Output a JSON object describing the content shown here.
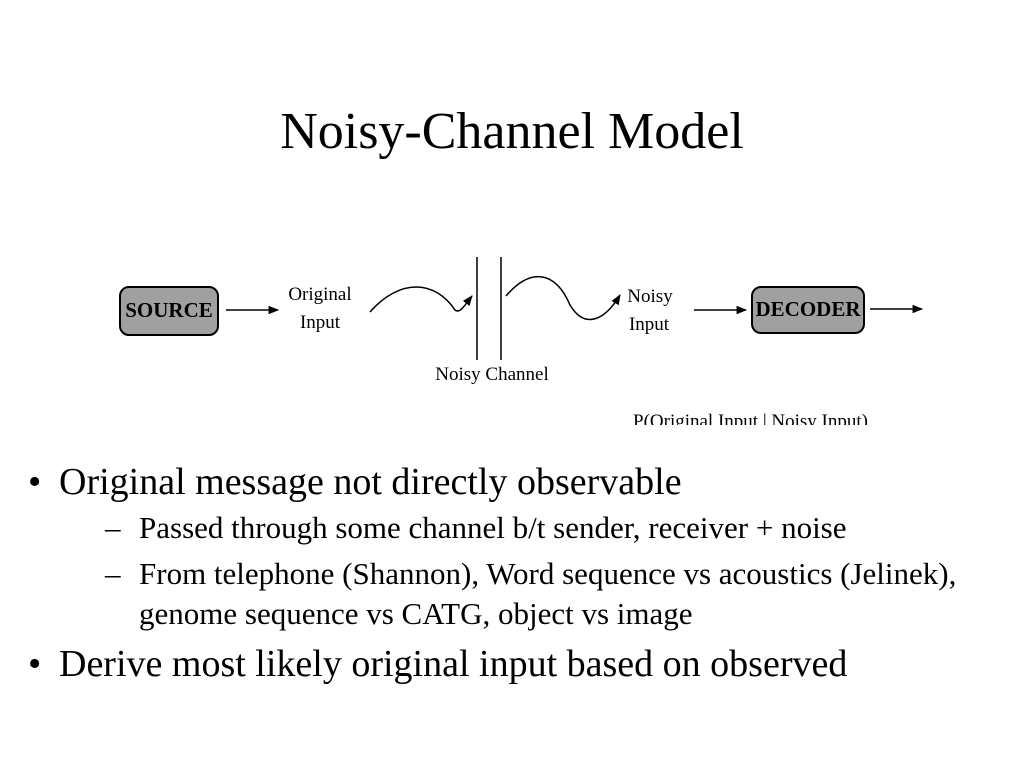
{
  "slide": {
    "title": "Noisy-Channel Model"
  },
  "diagram": {
    "source_label": "SOURCE",
    "original_input_line1": "Original",
    "original_input_line2": "Input",
    "channel_label": "Noisy Channel",
    "noisy_input_line1": "Noisy",
    "noisy_input_line2": "Input",
    "decoder_label": "DECODER",
    "probability_label": "P(Original Input | Noisy Input)",
    "box_fill": "#a0a0a0"
  },
  "bullets": [
    {
      "marker": "•",
      "text": "Original message not directly observable",
      "sub": [
        {
          "marker": "–",
          "text": "Passed through some channel b/t sender, receiver + noise"
        },
        {
          "marker": "–",
          "text": "From telephone (Shannon), Word sequence vs acoustics (Jelinek), genome sequence vs CATG, object vs image"
        }
      ]
    },
    {
      "marker": "•",
      "text": "Derive most likely original input based on observed"
    }
  ]
}
